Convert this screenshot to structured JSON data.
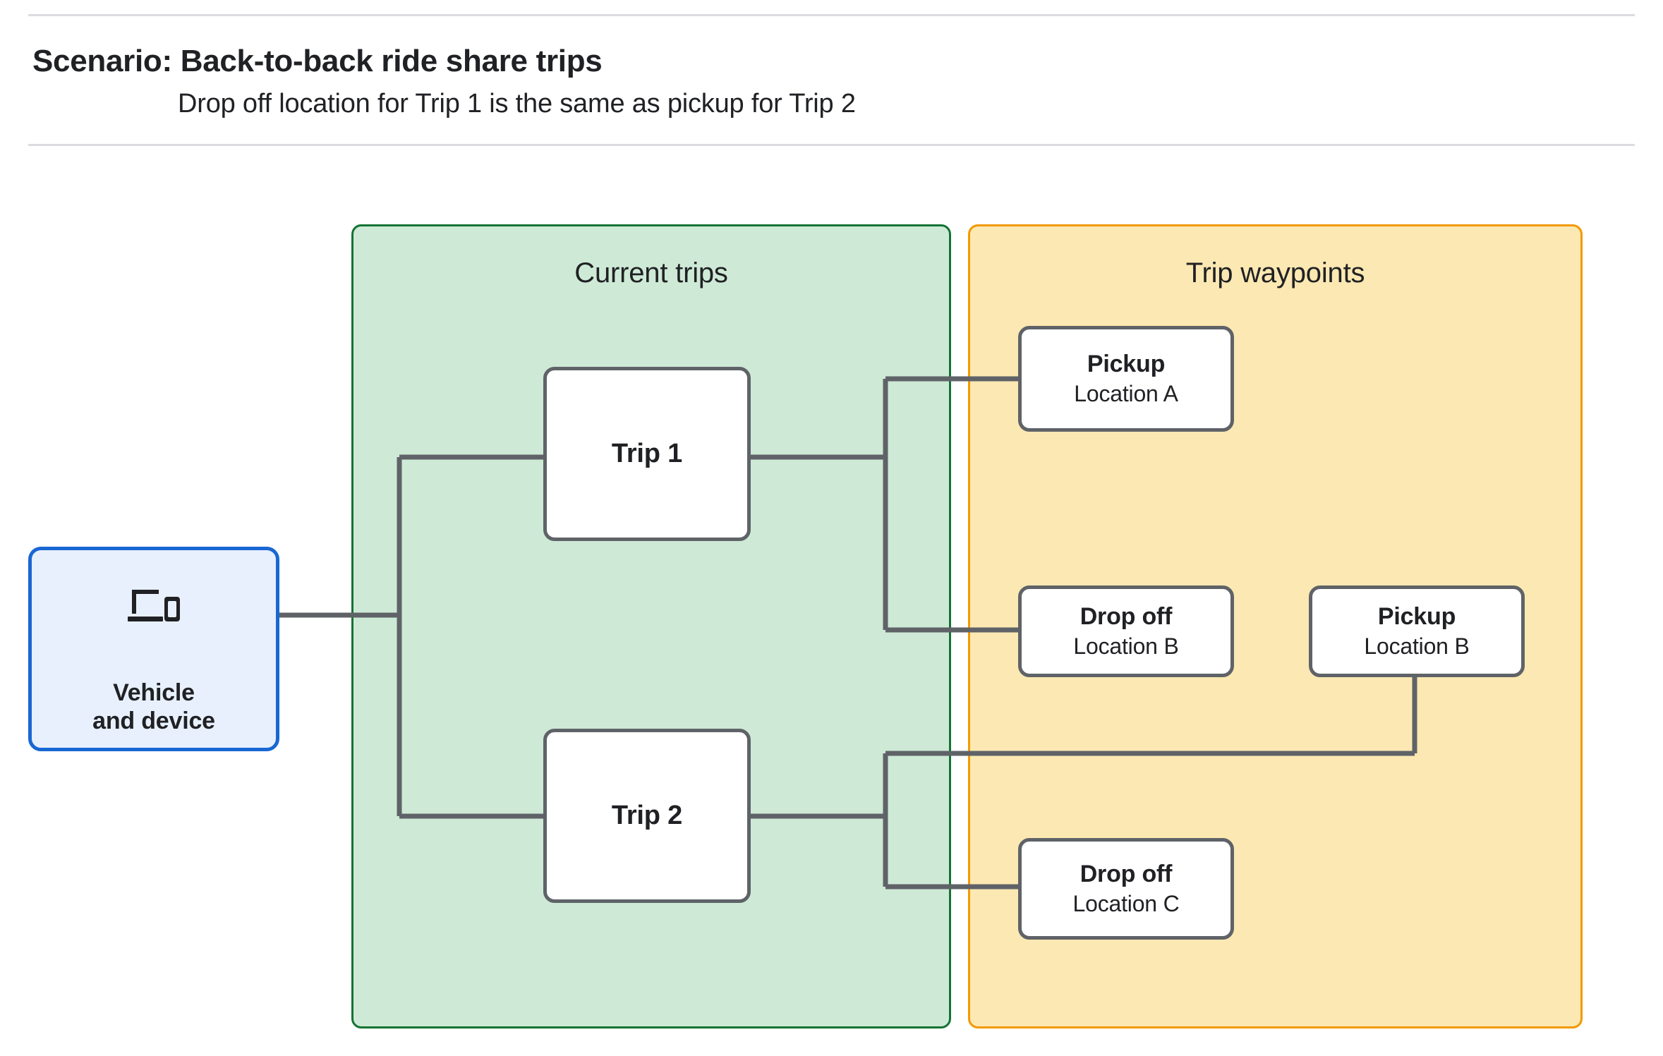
{
  "header": {
    "title": "Scenario: Back-to-back ride share trips",
    "subtitle": "Drop off  location for Trip 1 is the same as pickup for Trip 2"
  },
  "groups": {
    "current_trips": {
      "title": "Current trips",
      "fill": "#ceead6",
      "border": "#137333"
    },
    "trip_waypoints": {
      "title": "Trip waypoints",
      "fill": "#fce8b2",
      "border": "#f29900"
    }
  },
  "vehicle": {
    "icon": "laptop-and-phone-icon",
    "label": "Vehicle\nand device",
    "fill": "#e8f0fe",
    "border": "#1967d2"
  },
  "trips": [
    {
      "label": "Trip 1"
    },
    {
      "label": "Trip 2"
    }
  ],
  "waypoints": [
    {
      "type": "Pickup",
      "location": "Location A"
    },
    {
      "type": "Drop off",
      "location": "Location B"
    },
    {
      "type": "Pickup",
      "location": "Location B"
    },
    {
      "type": "Drop off",
      "location": "Location C"
    }
  ],
  "colors": {
    "connector": "#5f6368",
    "node_border": "#5f6368",
    "text": "#202124",
    "rule": "#dadce0"
  }
}
